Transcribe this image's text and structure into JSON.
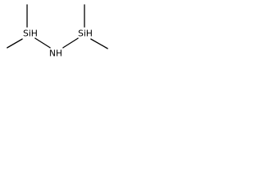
{
  "molecule": {
    "atoms": {
      "si_left": "SiH",
      "nitrogen": "NH",
      "si_right": "SiH"
    }
  },
  "colors": {
    "bond": "#000000",
    "text": "#000000",
    "background": "#ffffff"
  }
}
